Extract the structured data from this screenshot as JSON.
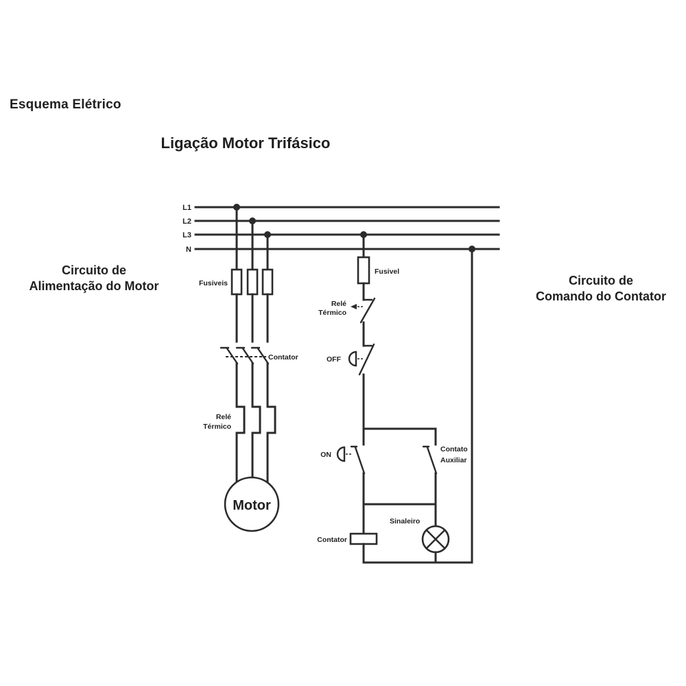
{
  "page": {
    "heading": "Esquema Elétrico",
    "title": "Ligação Motor Trifásico"
  },
  "side_labels": {
    "left_line1": "Circuito de",
    "left_line2": "Alimentação do Motor",
    "right_line1": "Circuito de",
    "right_line2": "Comando do Contator"
  },
  "power_lines": {
    "l1": "L1",
    "l2": "L2",
    "l3": "L3",
    "n": "N"
  },
  "colors": {
    "neutral_line": "#6fb3e0",
    "wire": "#2b2b2b"
  },
  "motor_circuit": {
    "fuses_label": "Fusiveis",
    "contactor_label": "Contator",
    "thermal_relay_line1": "Relé",
    "thermal_relay_line2": "Térmico",
    "motor_label": "Motor"
  },
  "command_circuit": {
    "fuse_label": "Fusivel",
    "thermal_relay_line1": "Relé",
    "thermal_relay_line2": "Térmico",
    "off_label": "OFF",
    "on_label": "ON",
    "aux_contact_line1": "Contato",
    "aux_contact_line2": "Auxiliar",
    "pilot_light_label": "Sinaleiro",
    "coil_label": "Contator"
  }
}
